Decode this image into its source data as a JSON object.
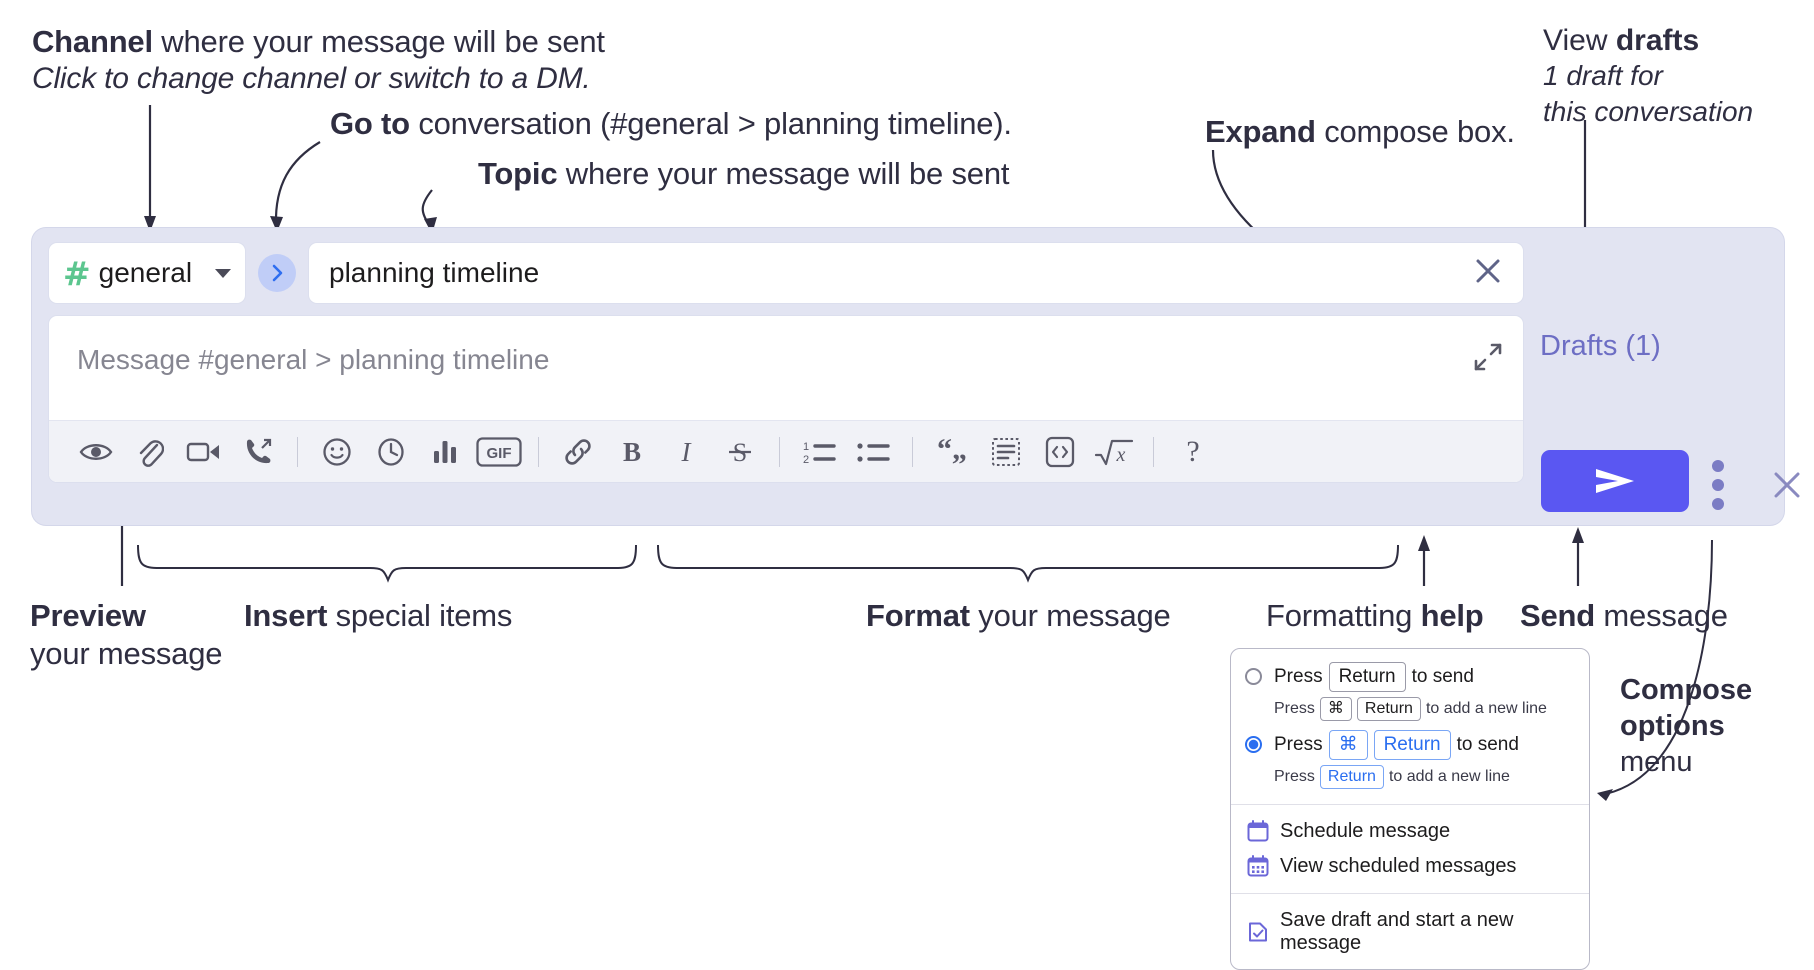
{
  "annotations": {
    "channel": {
      "bold": "Channel",
      "rest": " where your message will be sent",
      "italic": "Click to change channel or switch to a DM."
    },
    "goto": {
      "bold": "Go to",
      "rest": " conversation (#general > planning timeline)."
    },
    "topic": {
      "bold": "Topic",
      "rest": " where your message will be sent"
    },
    "expand": {
      "bold": "Expand",
      "rest": " compose box."
    },
    "drafts": {
      "lead": "View ",
      "bold": "drafts",
      "italic_line1": "1 draft for",
      "italic_line2": "this conversation"
    },
    "preview": {
      "bold": "Preview",
      "line2": "your message"
    },
    "insert": {
      "bold": "Insert",
      "rest": " special items"
    },
    "format": {
      "bold": "Format",
      "rest": " your message"
    },
    "help": {
      "lead": "Formatting ",
      "bold": "help"
    },
    "send": {
      "bold": "Send",
      "rest": " message"
    },
    "compose_options": {
      "bold_line1": "Compose",
      "bold_line2": "options",
      "line3": "menu"
    }
  },
  "compose": {
    "channel": {
      "hash": "#",
      "name": "general",
      "chevron": "chevron-down"
    },
    "go_to_conversation": "go-to-conversation",
    "topic": {
      "value": "planning timeline",
      "clear": "clear-topic"
    },
    "message": {
      "placeholder": "Message #general > planning timeline",
      "value": ""
    },
    "expand_label": "expand-compose-box",
    "close_label": "close-compose",
    "drafts_label": "Drafts (1)",
    "send_label": "send",
    "options_label": "compose-options",
    "toolbar": [
      {
        "name": "preview-icon",
        "title": "Preview"
      },
      {
        "name": "attachment-icon",
        "title": "Attach file"
      },
      {
        "name": "video-icon",
        "title": "Record video"
      },
      {
        "name": "audio-call-icon",
        "title": "Record audio"
      },
      {
        "sep": true
      },
      {
        "name": "emoji-icon",
        "title": "Emoji"
      },
      {
        "name": "clock-icon",
        "title": "Reminder"
      },
      {
        "name": "poll-icon",
        "title": "Poll"
      },
      {
        "name": "gif-icon",
        "title": "GIF",
        "text": "GIF"
      },
      {
        "sep": true
      },
      {
        "name": "link-icon",
        "title": "Link"
      },
      {
        "name": "bold-icon",
        "title": "Bold",
        "text": "B"
      },
      {
        "name": "italic-icon",
        "title": "Italic",
        "text": "I"
      },
      {
        "name": "strikethrough-icon",
        "title": "Strikethrough",
        "text": "S"
      },
      {
        "sep": true
      },
      {
        "name": "ordered-list-icon",
        "title": "Ordered list"
      },
      {
        "name": "bulleted-list-icon",
        "title": "Bulleted list"
      },
      {
        "sep": true
      },
      {
        "name": "blockquote-icon",
        "title": "Blockquote"
      },
      {
        "name": "code-block-icon",
        "title": "Code block"
      },
      {
        "name": "code-icon",
        "title": "Code"
      },
      {
        "name": "math-icon",
        "title": "Math"
      },
      {
        "sep": true
      },
      {
        "name": "help-icon",
        "title": "Formatting help",
        "text": "?"
      }
    ]
  },
  "menu": {
    "option1": {
      "selected": false,
      "press": "Press",
      "key": "Return",
      "tail": "to send",
      "sub_press": "Press",
      "sub_key1": "⌘",
      "sub_key2": "Return",
      "sub_tail": "to add a new line"
    },
    "option2": {
      "selected": true,
      "press": "Press",
      "key1": "⌘",
      "key2": "Return",
      "tail": "to send",
      "sub_press": "Press",
      "sub_key": "Return",
      "sub_tail": "to add a new line"
    },
    "items": [
      {
        "icon": "calendar-schedule-icon",
        "label": "Schedule message"
      },
      {
        "icon": "calendar-grid-icon",
        "label": "View scheduled messages"
      },
      {
        "icon": "save-draft-icon",
        "label": "Save draft and start a new message"
      }
    ]
  },
  "colors": {
    "compose_bg": "#e2e4f2",
    "accent_send": "#5a57f2",
    "channel_hash": "#5cc68f",
    "drafts_text": "#6d6ec4",
    "go_btn_bg": "#c0cdf7",
    "radio_selected": "#2a6ef0",
    "menu_icon": "#6b67d8",
    "annotation_text": "#2f2e41"
  }
}
